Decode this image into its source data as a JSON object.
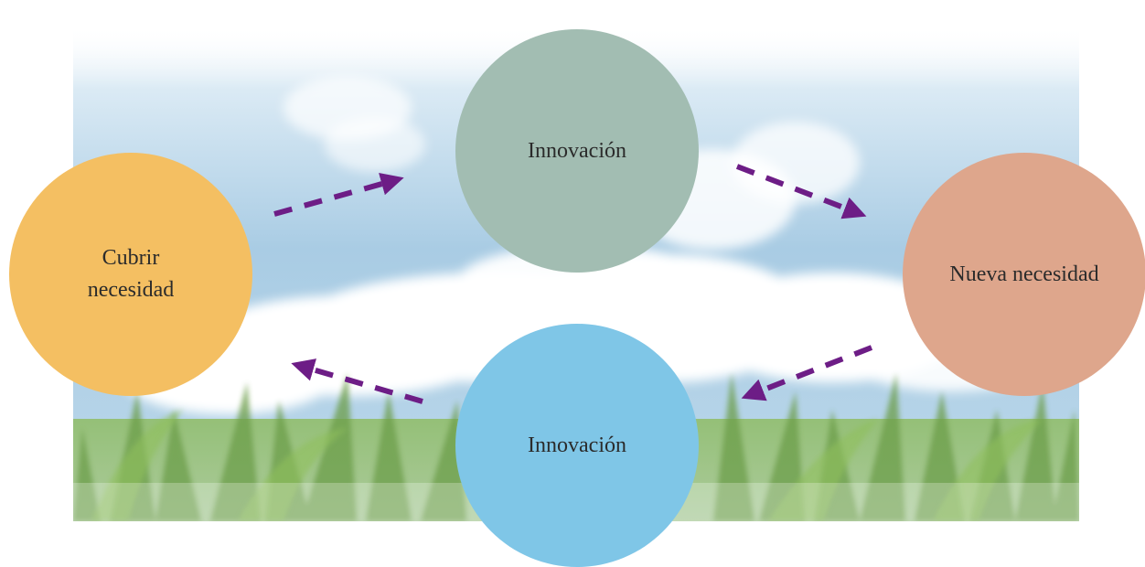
{
  "diagram": {
    "nodes": {
      "cubrir": {
        "line1": "Cubrir",
        "line2": "necesidad"
      },
      "innovacion_top": "Innovación",
      "nueva": "Nueva necesidad",
      "innovacion_bottom": "Innovación"
    },
    "colors": {
      "cubrir": "#f4bf62",
      "innovacion_top": "#a2bdb2",
      "nueva": "#dea68c",
      "innovacion_bottom": "#7fc6e7",
      "arrow": "#6d1d86",
      "sky": "#a9cce4",
      "cloud": "#ffffff",
      "grass": "#6c9d48"
    },
    "background": "sky-clouds-and-corn-field"
  }
}
